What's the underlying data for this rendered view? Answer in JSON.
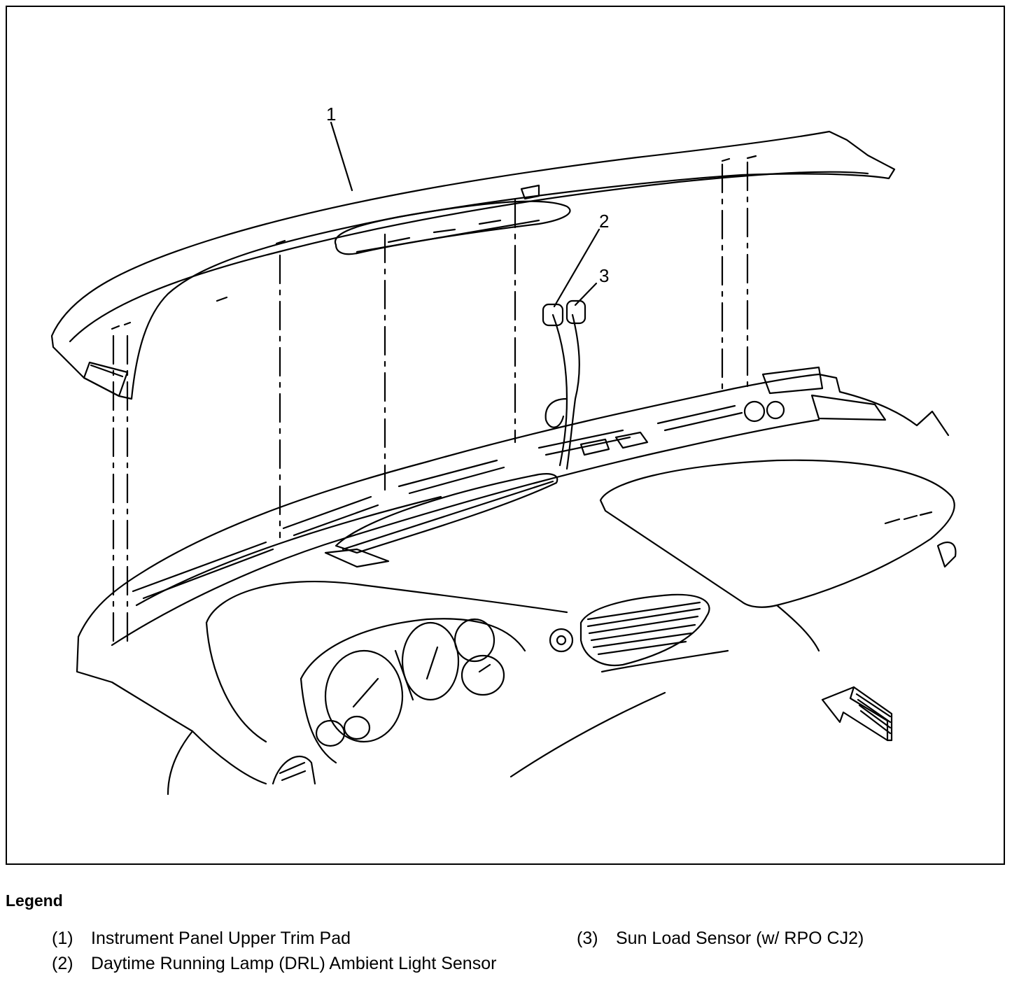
{
  "diagram": {
    "callouts": [
      "1",
      "2",
      "3"
    ]
  },
  "legend": {
    "title": "Legend",
    "items": [
      {
        "num": "(1)",
        "label": "Instrument Panel Upper Trim Pad"
      },
      {
        "num": "(2)",
        "label": "Daytime Running Lamp (DRL) Ambient Light Sensor"
      },
      {
        "num": "(3)",
        "label": "Sun Load Sensor (w/ RPO CJ2)"
      }
    ]
  }
}
